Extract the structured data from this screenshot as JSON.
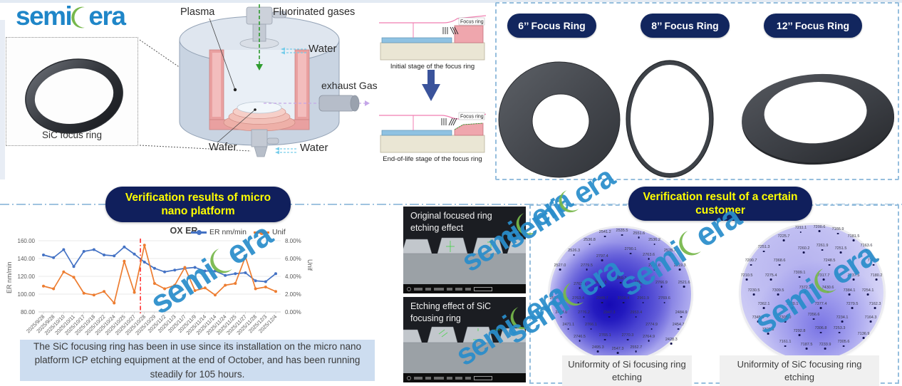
{
  "logo": {
    "part1": "semi",
    "part2": "era"
  },
  "top_left_diagram": {
    "sic_ring_label": "SiC focus ring",
    "labels": {
      "plasma": "Plasma",
      "fluorinated_gases": "Fluorinated gases",
      "water_top": "Water",
      "exhaust_gas": "exhaust Gas",
      "wafer": "Wafer",
      "water_bottom": "Water"
    }
  },
  "stages": {
    "initial": {
      "caption": "Initial stage of the focus ring",
      "ring_label": "Focus ring"
    },
    "end_of_life": {
      "caption": "End-of-life stage of the focus ring",
      "ring_label": "Focus ring"
    }
  },
  "focus_rings": {
    "items": [
      {
        "label": "6’’ Focus Ring"
      },
      {
        "label": "8’’ Focus Ring"
      },
      {
        "label": "12’’ Focus Ring"
      }
    ]
  },
  "left_panel": {
    "banner": "Verification results of micro nano platform",
    "note": "The SiC focusing ring has been in use since its installation on the micro nano platform ICP etching equipment at the end of October, and has been running steadily for 105 hours."
  },
  "chart_data": {
    "type": "line",
    "title": "OX ER",
    "categories": [
      "2025/9/28",
      "2025/9/28",
      "2025/10/10",
      "2025/10/11",
      "2025/10/17",
      "2025/10/18",
      "2025/10/22",
      "2025/10/24",
      "2025/10/25",
      "2025/10/27",
      "2025/10/28",
      "2025/10/29",
      "2025/11/2",
      "2025/11/3",
      "2025/11/7",
      "2025/11/9",
      "2025/11/14",
      "2025/11/14",
      "2025/11/24",
      "2025/11/25",
      "2025/11/27",
      "2025/11/28",
      "2025/12/3",
      "2025/12/4"
    ],
    "series": [
      {
        "name": "ER nm/min",
        "axis": "left",
        "color": "#4472c4",
        "values": [
          144,
          141,
          150,
          131,
          148,
          150,
          144,
          143,
          153,
          145,
          136,
          129,
          125,
          127,
          129,
          130,
          126,
          126,
          121,
          123,
          124,
          115,
          114,
          123
        ]
      },
      {
        "name": "Unif",
        "axis": "right",
        "color": "#ed7d31",
        "values": [
          2.9,
          2.6,
          4.5,
          3.9,
          2.1,
          1.9,
          2.3,
          1.0,
          5.7,
          2.2,
          7.5,
          3.2,
          2.6,
          3.0,
          5.0,
          2.4,
          2.7,
          1.9,
          3.0,
          3.2,
          6.2,
          2.6,
          2.8,
          2.3
        ]
      }
    ],
    "left_axis": {
      "label": "ER nm/min",
      "min": 80,
      "max": 160,
      "ticks": [
        "160.00",
        "140.00",
        "120.00",
        "100.00",
        "80.00"
      ]
    },
    "right_axis": {
      "label": "Unif",
      "min": 0,
      "max": 8,
      "ticks": [
        "8.00%",
        "6.00%",
        "4.00%",
        "2.00%",
        "0.00%"
      ]
    },
    "legend_position": "top-right",
    "grid": true,
    "ref_line": {
      "x_index": 9.6,
      "color": "#ff1a1a",
      "style": "dash-dot"
    }
  },
  "sem_panel": {
    "image1_title": "Original focused ring etching effect",
    "image2_title": "Etching effect of SiC focusing ring"
  },
  "right_panel": {
    "banner": "Verification result of a certain customer",
    "wafers": [
      {
        "caption": "Uniformity of Si focusing ring etching",
        "points": [
          [
            39,
            7,
            "2541.2"
          ],
          [
            51,
            6,
            "2535.5"
          ],
          [
            63,
            8,
            "2551.6"
          ],
          [
            28,
            13,
            "2536.8"
          ],
          [
            74,
            13,
            "2536.2"
          ],
          [
            17,
            21,
            "2526.3"
          ],
          [
            57,
            20,
            "2790.1"
          ],
          [
            85,
            21,
            "2528.7"
          ],
          [
            37,
            25,
            "2797.4"
          ],
          [
            70,
            24,
            "2763.6"
          ],
          [
            7,
            32,
            "2527.0"
          ],
          [
            26,
            32,
            "2779.5"
          ],
          [
            74,
            32,
            "2764.6"
          ],
          [
            92,
            32,
            "2519.3"
          ],
          [
            50,
            42,
            "2959.2"
          ],
          [
            21,
            46,
            "2763.3"
          ],
          [
            36,
            45,
            "2657.5"
          ],
          [
            64,
            45,
            "2658.3"
          ],
          [
            79,
            45,
            "2766.9"
          ],
          [
            95,
            45,
            "2521.6"
          ],
          [
            4,
            57,
            "2527.4"
          ],
          [
            20,
            57,
            "2763.4"
          ],
          [
            37,
            57,
            "2949.7"
          ],
          [
            52,
            57,
            "3016.4"
          ],
          [
            66,
            57,
            "2961.9"
          ],
          [
            81,
            57,
            "2769.6"
          ],
          [
            8,
            68,
            "2484.0"
          ],
          [
            24,
            68,
            "2776.2"
          ],
          [
            42,
            68,
            "2947.3"
          ],
          [
            61,
            68,
            "2953.4"
          ],
          [
            93,
            68,
            "2484.9"
          ],
          [
            13,
            77,
            "2471.1"
          ],
          [
            29,
            77,
            "2766.1"
          ],
          [
            72,
            77,
            "2774.9"
          ],
          [
            91,
            77,
            "2454.7"
          ],
          [
            21,
            86,
            "2746.5"
          ],
          [
            39,
            85,
            "2765.1"
          ],
          [
            55,
            85,
            "2770.3"
          ],
          [
            70,
            86,
            "2764.9"
          ],
          [
            86,
            88,
            "2428.3"
          ],
          [
            34,
            94,
            "2495.3"
          ],
          [
            48,
            95,
            "2547.3"
          ],
          [
            61,
            94,
            "2552.7"
          ]
        ]
      },
      {
        "caption": "Uniformity of SiC focusing ring etching",
        "points": [
          [
            42,
            6,
            "7211.1"
          ],
          [
            55,
            5,
            "7200.6"
          ],
          [
            68,
            7,
            "7166.9"
          ],
          [
            30,
            12,
            "7225.7"
          ],
          [
            79,
            12,
            "7181.5"
          ],
          [
            16,
            20,
            "7251.3"
          ],
          [
            44,
            21,
            "7260.2"
          ],
          [
            57,
            19,
            "7261.9"
          ],
          [
            70,
            21,
            "7251.5"
          ],
          [
            88,
            19,
            "7163.6"
          ],
          [
            7,
            30,
            "7200.7"
          ],
          [
            27,
            30,
            "7368.6"
          ],
          [
            62,
            30,
            "7248.5"
          ],
          [
            93,
            30,
            "7160.7"
          ],
          [
            4,
            41,
            "7210.5"
          ],
          [
            21,
            41,
            "7275.4"
          ],
          [
            41,
            39,
            "7309.1"
          ],
          [
            58,
            41,
            "7317.7"
          ],
          [
            79,
            41,
            "7237.5"
          ],
          [
            95,
            41,
            "7180.2"
          ],
          [
            9,
            52,
            "7230.5"
          ],
          [
            26,
            52,
            "7309.5"
          ],
          [
            45,
            50,
            "7372.2"
          ],
          [
            61,
            50,
            "7430.6"
          ],
          [
            76,
            52,
            "7384.1"
          ],
          [
            89,
            52,
            "7254.1"
          ],
          [
            16,
            62,
            "7362.1"
          ],
          [
            36,
            62,
            "7380.1"
          ],
          [
            56,
            62,
            "7377.4"
          ],
          [
            78,
            62,
            "7279.5"
          ],
          [
            94,
            62,
            "7162.3"
          ],
          [
            12,
            72,
            "7345.6"
          ],
          [
            31,
            72,
            "7305.0"
          ],
          [
            51,
            70,
            "7356.6"
          ],
          [
            71,
            72,
            "7234.1"
          ],
          [
            91,
            72,
            "7164.3"
          ],
          [
            19,
            81,
            "7222.3"
          ],
          [
            41,
            82,
            "7292.8"
          ],
          [
            56,
            80,
            "7306.8"
          ],
          [
            69,
            80,
            "7253.3"
          ],
          [
            86,
            84,
            "7136.9"
          ],
          [
            31,
            90,
            "7161.1"
          ],
          [
            46,
            92,
            "7187.5"
          ],
          [
            59,
            92,
            "7233.9"
          ],
          [
            72,
            90,
            "7305.6"
          ]
        ]
      }
    ]
  },
  "colors": {
    "banner_bg": "#101f5c",
    "banner_text": "#ffff00",
    "pill_bg": "#12265e",
    "logo_blue": "#1f86c8",
    "logo_green": "#77b84b",
    "series_blue": "#4472c4",
    "series_orange": "#ed7d31",
    "ref_line_red": "#ff1a1a",
    "dash_border_blue": "#96bedd",
    "note_bg": "#cdddf0"
  }
}
